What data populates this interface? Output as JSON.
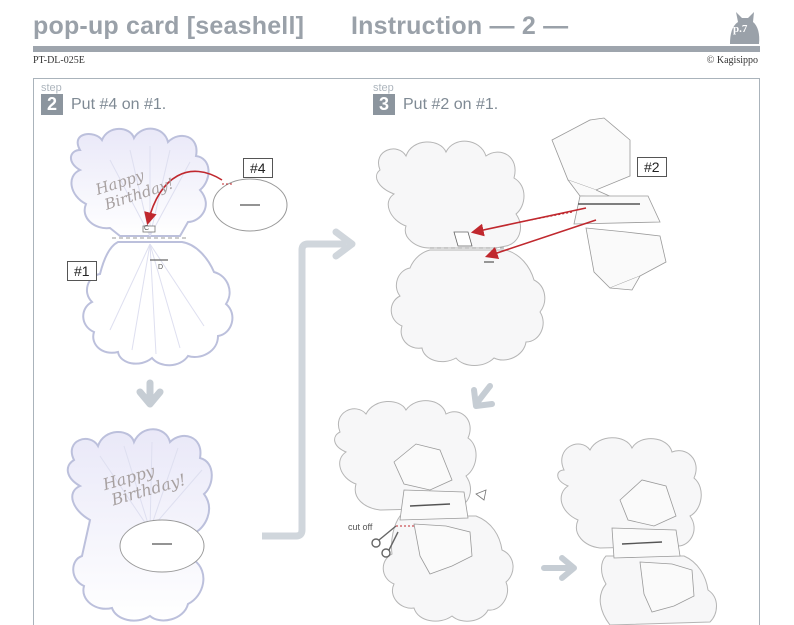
{
  "header": {
    "title": "pop-up card  [seashell]",
    "instruction": "Instruction  — 2 —",
    "product_code": "PT-DL-025E",
    "copyright": "© Kagisippo",
    "page_badge": "p.7"
  },
  "steps": [
    {
      "word": "step",
      "number": "2",
      "text": "Put #4 on #1."
    },
    {
      "word": "step",
      "number": "3",
      "text": "Put #2 on #1."
    }
  ],
  "labels": {
    "part4": "#4",
    "part1": "#1",
    "part2": "#2",
    "cut_off": "cut off",
    "mark_c": "C",
    "mark_d": "D"
  },
  "card_text": {
    "line1": "Happy",
    "line2": "Birthday!"
  },
  "colors": {
    "gray_text": "#8a929b",
    "arrow_gray": "#c6cdd4",
    "guide_red": "#c0282e",
    "shell_edge": "#b9bfd8"
  }
}
